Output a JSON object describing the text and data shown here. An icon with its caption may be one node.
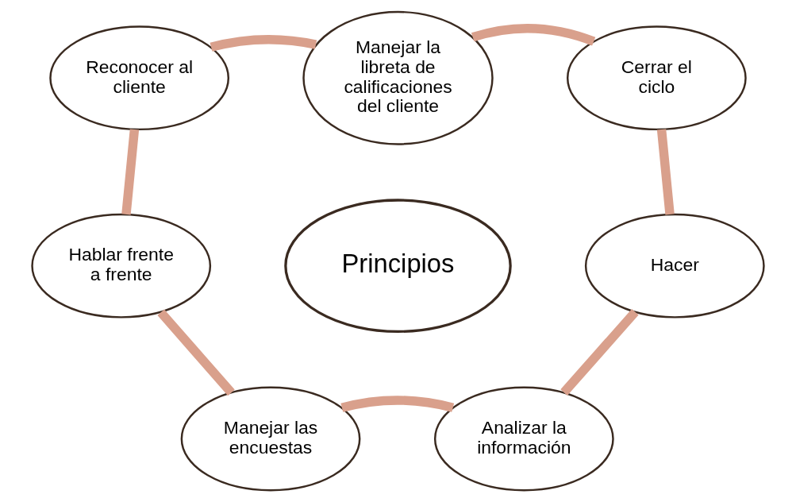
{
  "diagram": {
    "nodes": [
      {
        "text": [
          "Manejar la libreta de calificaciones del cliente"
        ]
      },
      {
        "text": [
          "Reconocer al cliente"
        ]
      },
      {
        "text": [
          "Cerrar el ciclo"
        ]
      },
      {
        "text": [
          "Principios"
        ]
      },
      {
        "text": [
          "Hablar frente a frente"
        ]
      },
      {
        "text": [
          "Hacer"
        ]
      },
      {
        "text": [
          "Manejar las encuestas"
        ]
      },
      {
        "text": [
          "Analizar la información"
        ]
      }
    ],
    "edges": [
      {
        "from": 1,
        "to": 0,
        "arrow": "none"
      },
      {
        "from": 0,
        "to": 2,
        "arrow": "none"
      },
      {
        "from": 2,
        "to": 5,
        "arrow": "none"
      },
      {
        "from": 5,
        "to": 7,
        "arrow": "none"
      },
      {
        "from": 7,
        "to": 6,
        "arrow": "none"
      },
      {
        "from": 6,
        "to": 4,
        "arrow": "none"
      },
      {
        "from": 4,
        "to": 1,
        "arrow": "none"
      }
    ]
  }
}
